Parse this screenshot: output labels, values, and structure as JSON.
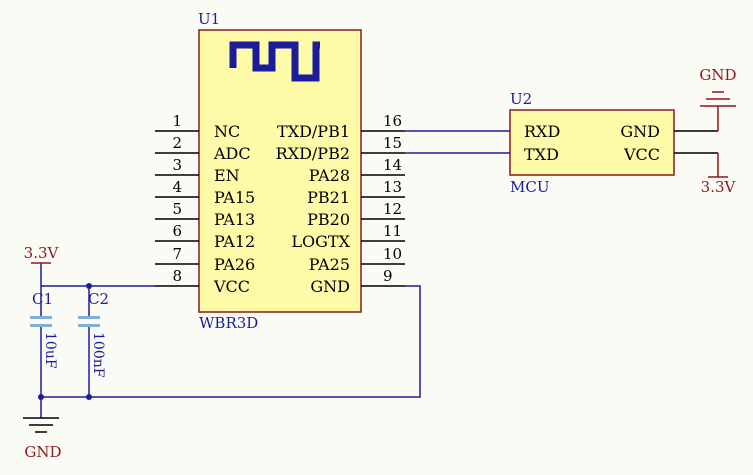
{
  "u1": {
    "ref": "U1",
    "part": "WBR3D",
    "left_pins": [
      {
        "num": "1",
        "name": "NC"
      },
      {
        "num": "2",
        "name": "ADC"
      },
      {
        "num": "3",
        "name": "EN"
      },
      {
        "num": "4",
        "name": "PA15"
      },
      {
        "num": "5",
        "name": "PA13"
      },
      {
        "num": "6",
        "name": "PA12"
      },
      {
        "num": "7",
        "name": "PA26"
      },
      {
        "num": "8",
        "name": "VCC"
      }
    ],
    "right_pins": [
      {
        "num": "16",
        "name": "TXD/PB1"
      },
      {
        "num": "15",
        "name": "RXD/PB2"
      },
      {
        "num": "14",
        "name": "PA28"
      },
      {
        "num": "13",
        "name": "PB21"
      },
      {
        "num": "12",
        "name": "PB20"
      },
      {
        "num": "11",
        "name": "LOGTX"
      },
      {
        "num": "10",
        "name": "PA25"
      },
      {
        "num": "9",
        "name": "GND"
      }
    ]
  },
  "u2": {
    "ref": "U2",
    "part": "MCU",
    "pins": {
      "rxd": "RXD",
      "txd": "TXD",
      "gnd": "GND",
      "vcc": "VCC"
    }
  },
  "power": {
    "gnd_top": "GND",
    "vcc_right": "3.3V",
    "vcc_left": "3.3V",
    "gnd_bottom": "GND"
  },
  "caps": [
    {
      "ref": "C1",
      "value": "10uF"
    },
    {
      "ref": "C2",
      "value": "100nF"
    }
  ],
  "colors": {
    "wire": "#1c1c9a",
    "body_fill": "#fdfba8",
    "body_stroke": "#8b1a1a",
    "power": "#8b1a1a",
    "pin": "#000000"
  }
}
